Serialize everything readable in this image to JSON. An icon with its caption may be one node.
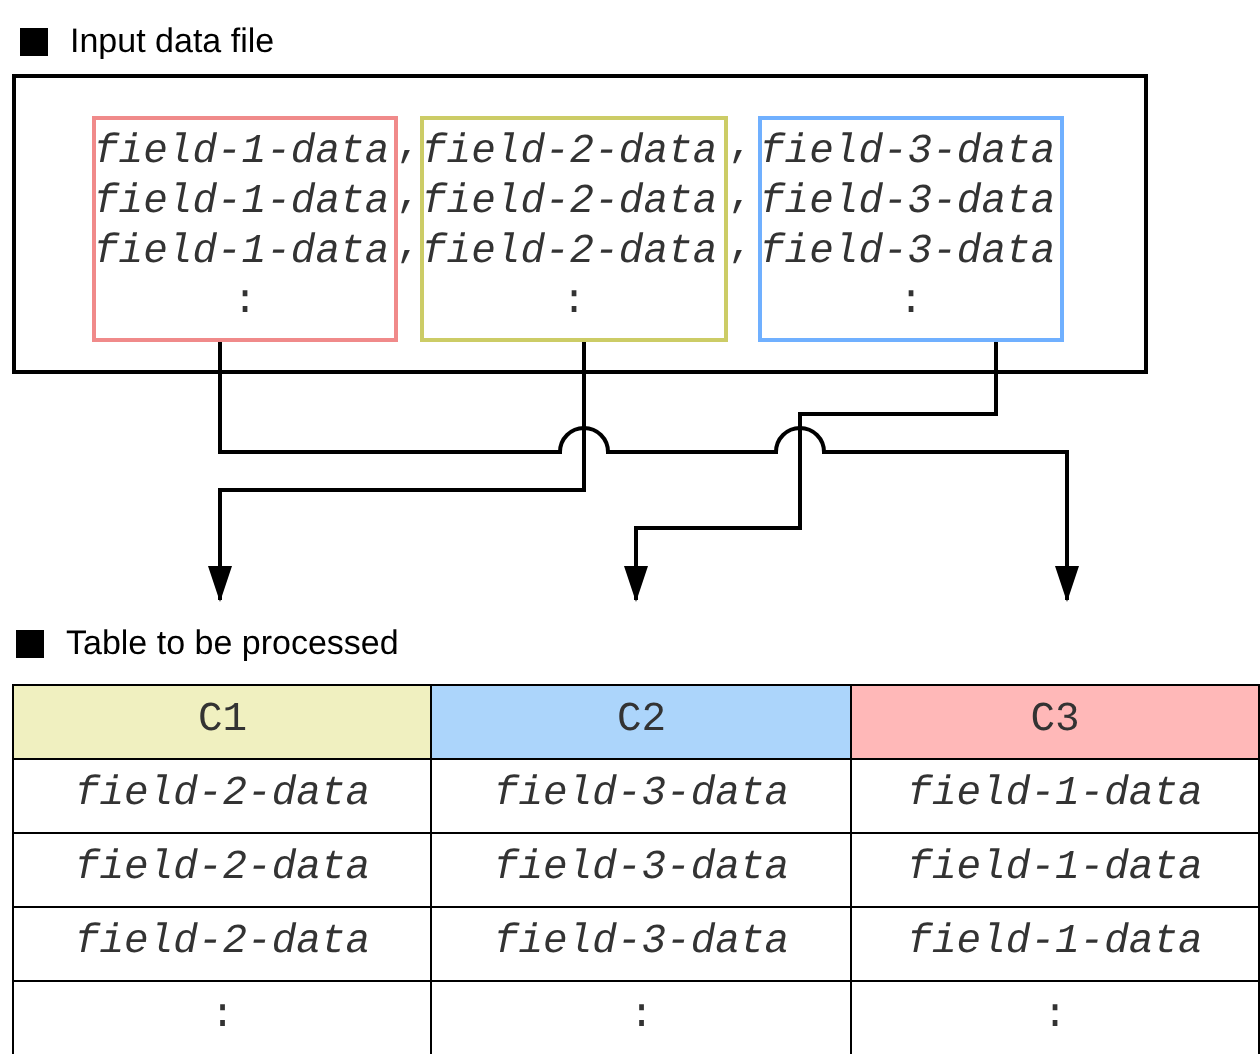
{
  "diagram": {
    "nodes": [
      {
        "text": [
          "Input data file"
        ]
      },
      {
        "text": [
          "field-1-data",
          "field-1-data",
          "field-1-data",
          ":"
        ],
        "in": 0
      },
      {
        "text": [
          "field-2-data",
          "field-2-data",
          "field-2-data",
          ":"
        ],
        "in": 0
      },
      {
        "text": [
          "field-3-data",
          "field-3-data",
          "field-3-data",
          ":"
        ],
        "in": 0
      },
      {
        "text": [
          "C1",
          "field-2-data",
          "field-2-data",
          "field-2-data",
          ":"
        ]
      },
      {
        "text": [
          "C2",
          "field-3-data",
          "field-3-data",
          "field-3-data",
          ":"
        ]
      },
      {
        "text": [
          "C3",
          "field-1-data",
          "field-1-data",
          "field-1-data",
          ":"
        ]
      }
    ],
    "edges": [
      {
        "from": 1,
        "to": 6,
        "arrow": "to"
      },
      {
        "from": 2,
        "to": 4,
        "arrow": "to"
      },
      {
        "from": 3,
        "to": 5,
        "arrow": "to"
      }
    ],
    "labels": [
      ",",
      ",",
      ",",
      ",",
      ",",
      ",",
      "Table to be processed"
    ]
  }
}
